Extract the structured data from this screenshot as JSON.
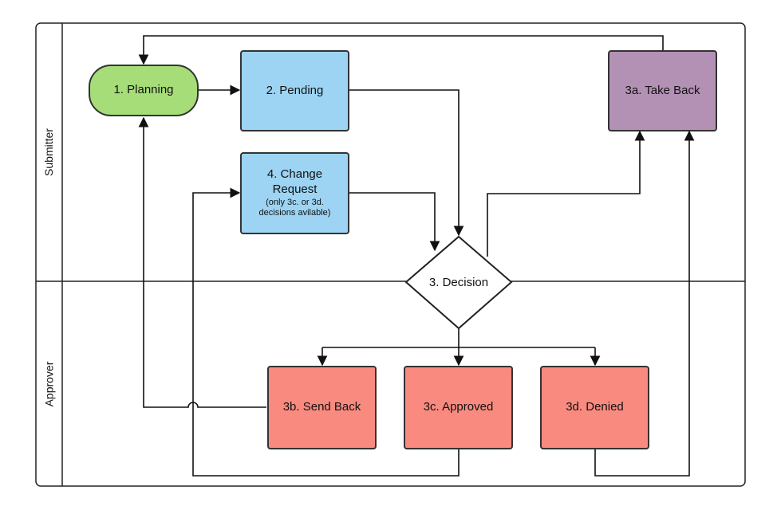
{
  "lanes": {
    "submitter": "Submitter",
    "approver": "Approver"
  },
  "nodes": {
    "planning": "1. Planning",
    "pending": "2. Pending",
    "change_request_main": "4. Change Request",
    "change_request_note": "(only 3c. or 3d. decisions avilable)",
    "decision": "3. Decision",
    "take_back": "3a. Take Back",
    "send_back": "3b. Send Back",
    "approved": "3c. Approved",
    "denied": "3d. Denied"
  },
  "colors": {
    "planning": "#a6dd79",
    "pending": "#9dd4f3",
    "change_request": "#9dd4f3",
    "take_back": "#b391b5",
    "approver_states": "#f88a7f",
    "decision": "#ffffff"
  }
}
